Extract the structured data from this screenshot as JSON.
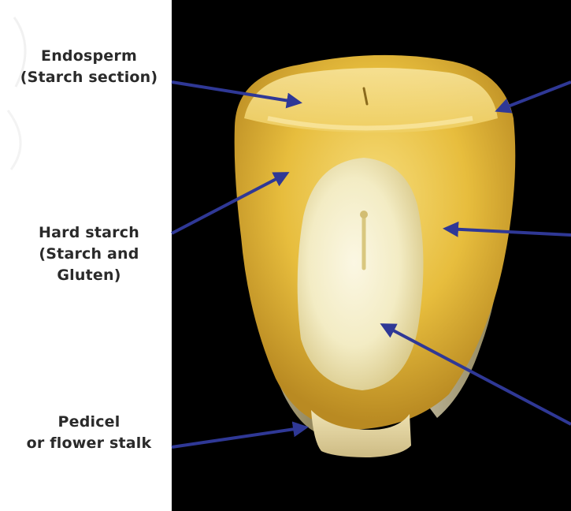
{
  "labels": {
    "endosperm": {
      "line1": "Endosperm",
      "line2": "(Starch section)"
    },
    "hard_starch": {
      "line1": "Hard starch",
      "line2": "(Starch and",
      "line3": "Gluten)"
    },
    "pedicel": {
      "line1": "Pedicel",
      "line2": "or flower stalk"
    }
  },
  "colors": {
    "photo_background": "#000000",
    "arrow": "#2f3896",
    "label_text": "#2a2a2a",
    "kernel_yellow": "#e9bf3c",
    "germ_cream": "#f5efc9"
  }
}
